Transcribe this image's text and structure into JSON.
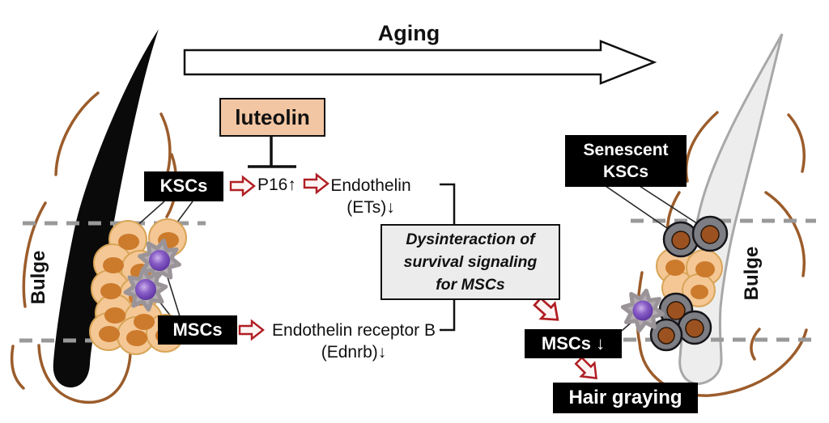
{
  "figure": {
    "title": "Aging"
  },
  "pathway": {
    "luteolin": "luteolin",
    "p16": "P16↑",
    "endothelin": {
      "line1": "Endothelin",
      "line2": "(ETs)↓"
    },
    "receptor": {
      "line1": "Endothelin receptor B",
      "line2": "(Ednrb)↓"
    },
    "dysinteraction": {
      "line1": "Dysinteraction of",
      "line2": "survival signaling",
      "line3": "for MSCs"
    }
  },
  "young_follicle": {
    "bulge_label": "Bulge",
    "ksc_label": "KSCs",
    "msc_label": "MSCs"
  },
  "aged_follicle": {
    "bulge_label": "Bulge",
    "senescent": {
      "line1": "Senescent",
      "line2": "KSCs"
    },
    "msc_down_label": "MSCs ↓",
    "hair_graying_label": "Hair graying"
  },
  "colors": {
    "luteolin_box_bg": "#f2c6a2",
    "dysinteraction_box_bg": "#ececec",
    "label_box_bg": "#000000",
    "label_text": "#ffffff",
    "red_arrow_stroke": "#b01e23",
    "young_hair": "#0a0a0a",
    "aged_hair_fill": "#ededed",
    "aged_hair_stroke": "#a8a8a8",
    "cell_body": "#f4c795",
    "cell_nucleus": "#cc7a2c",
    "senescent_cell_body": "#7d7d84",
    "senescent_cell_nucleus": "#9c5220",
    "melanocyte_body": "#b3adb2",
    "melanocyte_nucleus": "#6b3fa8",
    "follicle_sheath": "#9b5c2b",
    "dashed_line": "#999999"
  }
}
